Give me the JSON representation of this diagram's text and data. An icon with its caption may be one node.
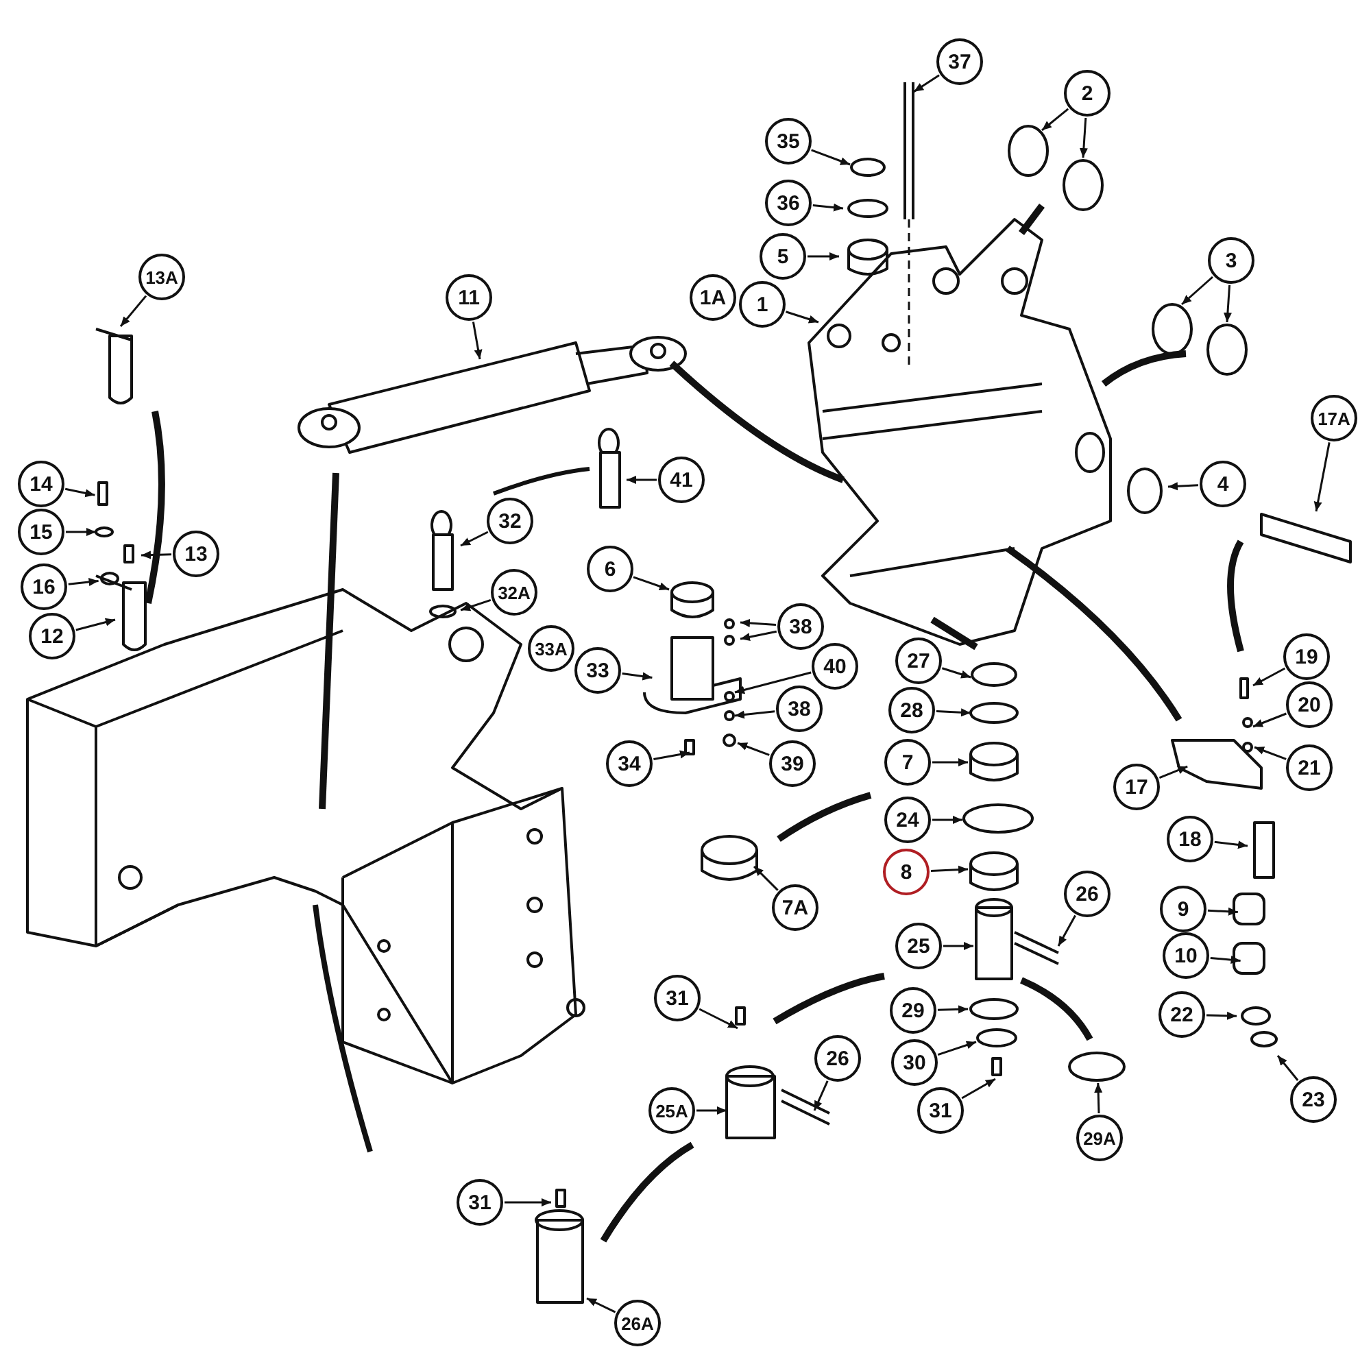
{
  "diagram": {
    "nodes": [
      {
        "text": [
          "37"
        ]
      },
      {
        "text": [
          "2"
        ]
      },
      {
        "text": [
          "35"
        ]
      },
      {
        "text": [
          "36"
        ]
      },
      {
        "text": [
          "5"
        ]
      },
      {
        "text": [
          "13A"
        ]
      },
      {
        "text": [
          "3"
        ]
      },
      {
        "text": [
          "11"
        ]
      },
      {
        "text": [
          "1A"
        ]
      },
      {
        "text": [
          "1"
        ]
      },
      {
        "text": [
          "17A"
        ]
      },
      {
        "text": [
          "41"
        ]
      },
      {
        "text": [
          "14"
        ]
      },
      {
        "text": [
          "4"
        ]
      },
      {
        "text": [
          "32"
        ]
      },
      {
        "text": [
          "15"
        ]
      },
      {
        "text": [
          "13"
        ]
      },
      {
        "text": [
          "6"
        ]
      },
      {
        "text": [
          "16"
        ]
      },
      {
        "text": [
          "32A"
        ]
      },
      {
        "text": [
          "12"
        ]
      },
      {
        "text": [
          "38"
        ]
      },
      {
        "text": [
          "33A"
        ]
      },
      {
        "text": [
          "33"
        ]
      },
      {
        "text": [
          "27"
        ]
      },
      {
        "text": [
          "19"
        ]
      },
      {
        "text": [
          "40"
        ]
      },
      {
        "text": [
          "38"
        ]
      },
      {
        "text": [
          "20"
        ]
      },
      {
        "text": [
          "28"
        ]
      },
      {
        "text": [
          "34"
        ]
      },
      {
        "text": [
          "39"
        ]
      },
      {
        "text": [
          "7"
        ]
      },
      {
        "text": [
          "21"
        ]
      },
      {
        "text": [
          "17"
        ]
      },
      {
        "text": [
          "24"
        ]
      },
      {
        "text": [
          "18"
        ]
      },
      {
        "text": [
          "8"
        ]
      },
      {
        "text": [
          "7A"
        ]
      },
      {
        "text": [
          "26"
        ]
      },
      {
        "text": [
          "9"
        ]
      },
      {
        "text": [
          "25"
        ]
      },
      {
        "text": [
          "10"
        ]
      },
      {
        "text": [
          "31"
        ]
      },
      {
        "text": [
          "22"
        ]
      },
      {
        "text": [
          "29"
        ]
      },
      {
        "text": [
          "26"
        ]
      },
      {
        "text": [
          "30"
        ]
      },
      {
        "text": [
          "23"
        ]
      },
      {
        "text": [
          "25A"
        ]
      },
      {
        "text": [
          "31"
        ]
      },
      {
        "text": [
          "29A"
        ]
      },
      {
        "text": [
          "31"
        ]
      },
      {
        "text": [
          "26A"
        ]
      }
    ],
    "edges": [
      {
        "from": 0,
        "to": null,
        "arrow": "to"
      },
      {
        "from": 1,
        "to": null,
        "arrow": "to"
      },
      {
        "from": 1,
        "to": null,
        "arrow": "to"
      },
      {
        "from": 2,
        "to": null,
        "arrow": "to"
      },
      {
        "from": 3,
        "to": null,
        "arrow": "to"
      },
      {
        "from": 4,
        "to": null,
        "arrow": "to"
      },
      {
        "from": 5,
        "to": null,
        "arrow": "to"
      },
      {
        "from": 6,
        "to": null,
        "arrow": "to"
      },
      {
        "from": 6,
        "to": null,
        "arrow": "to"
      },
      {
        "from": 7,
        "to": null,
        "arrow": "to"
      },
      {
        "from": 9,
        "to": null,
        "arrow": "to"
      },
      {
        "from": 10,
        "to": null,
        "arrow": "to"
      },
      {
        "from": 11,
        "to": null,
        "arrow": "to"
      },
      {
        "from": 12,
        "to": null,
        "arrow": "to"
      },
      {
        "from": 13,
        "to": null,
        "arrow": "to"
      },
      {
        "from": 14,
        "to": null,
        "arrow": "to"
      },
      {
        "from": 15,
        "to": null,
        "arrow": "to"
      },
      {
        "from": 16,
        "to": null,
        "arrow": "to"
      },
      {
        "from": 17,
        "to": null,
        "arrow": "to"
      },
      {
        "from": 18,
        "to": null,
        "arrow": "to"
      },
      {
        "from": 19,
        "to": null,
        "arrow": "to"
      },
      {
        "from": 20,
        "to": null,
        "arrow": "to"
      },
      {
        "from": 21,
        "to": null,
        "arrow": "to"
      },
      {
        "from": 21,
        "to": null,
        "arrow": "to"
      },
      {
        "from": 23,
        "to": null,
        "arrow": "to"
      },
      {
        "from": 24,
        "to": null,
        "arrow": "to"
      },
      {
        "from": 25,
        "to": null,
        "arrow": "to"
      },
      {
        "from": 26,
        "to": null,
        "arrow": "to"
      },
      {
        "from": 27,
        "to": null,
        "arrow": "to"
      },
      {
        "from": 28,
        "to": null,
        "arrow": "to"
      },
      {
        "from": 29,
        "to": null,
        "arrow": "to"
      },
      {
        "from": 30,
        "to": null,
        "arrow": "to"
      },
      {
        "from": 31,
        "to": null,
        "arrow": "to"
      },
      {
        "from": 32,
        "to": null,
        "arrow": "to"
      },
      {
        "from": 33,
        "to": null,
        "arrow": "to"
      },
      {
        "from": 34,
        "to": null,
        "arrow": "to"
      },
      {
        "from": 35,
        "to": null,
        "arrow": "to"
      },
      {
        "from": 36,
        "to": null,
        "arrow": "to"
      },
      {
        "from": 37,
        "to": null,
        "arrow": "to"
      },
      {
        "from": 38,
        "to": null,
        "arrow": "to"
      },
      {
        "from": 39,
        "to": null,
        "arrow": "to"
      },
      {
        "from": 40,
        "to": null,
        "arrow": "to"
      },
      {
        "from": 41,
        "to": null,
        "arrow": "to"
      },
      {
        "from": 42,
        "to": null,
        "arrow": "to"
      },
      {
        "from": 43,
        "to": null,
        "arrow": "to"
      },
      {
        "from": 44,
        "to": null,
        "arrow": "to"
      },
      {
        "from": 45,
        "to": null,
        "arrow": "to"
      },
      {
        "from": 46,
        "to": null,
        "arrow": "to"
      },
      {
        "from": 47,
        "to": null,
        "arrow": "to"
      },
      {
        "from": 48,
        "to": null,
        "arrow": "to"
      },
      {
        "from": 49,
        "to": null,
        "arrow": "to"
      },
      {
        "from": 50,
        "to": null,
        "arrow": "to"
      },
      {
        "from": 51,
        "to": null,
        "arrow": "to"
      },
      {
        "from": 52,
        "to": null,
        "arrow": "to"
      },
      {
        "from": 53,
        "to": null,
        "arrow": "to"
      }
    ]
  }
}
